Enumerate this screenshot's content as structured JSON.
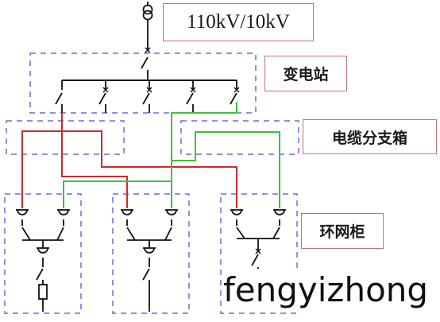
{
  "labels": {
    "voltage_ratio": "110kV/10kV",
    "substation": "变电站",
    "cable_branch_box": "电缆分支箱",
    "ring_main_unit": "环网柜"
  },
  "watermark": "fengyizhong",
  "colors": {
    "line": "#111111",
    "dashed_box": "#6b6be0",
    "label_border": "#c8707a",
    "feeder_red": "#cc2a2a",
    "feeder_green": "#3cc23c"
  }
}
